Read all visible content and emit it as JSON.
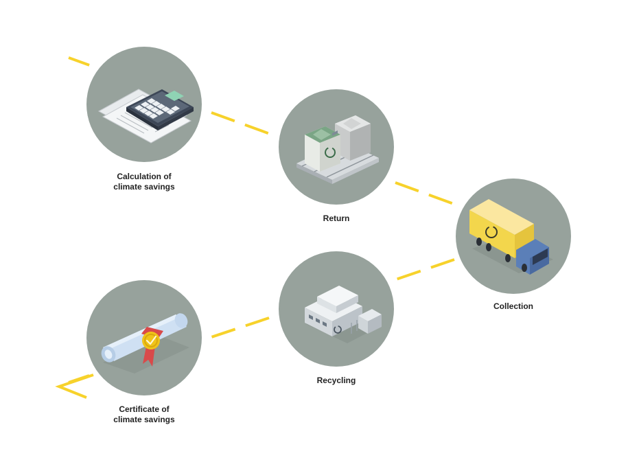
{
  "colors": {
    "circle": "#97a29c",
    "path": "#f7d22b",
    "label": "#222222"
  },
  "steps": [
    {
      "id": "calculation",
      "icon": "calculator-icon",
      "label_lines": [
        "Calculation of",
        "climate savings"
      ]
    },
    {
      "id": "return",
      "icon": "pallet-bags-icon",
      "label_lines": [
        "Return"
      ]
    },
    {
      "id": "collection",
      "icon": "truck-icon",
      "label_lines": [
        "Collection"
      ]
    },
    {
      "id": "recycling",
      "icon": "factory-icon",
      "label_lines": [
        "Recycling"
      ]
    },
    {
      "id": "certificate",
      "icon": "certificate-scroll-icon",
      "label_lines": [
        "Certificate of",
        "climate savings"
      ]
    }
  ]
}
